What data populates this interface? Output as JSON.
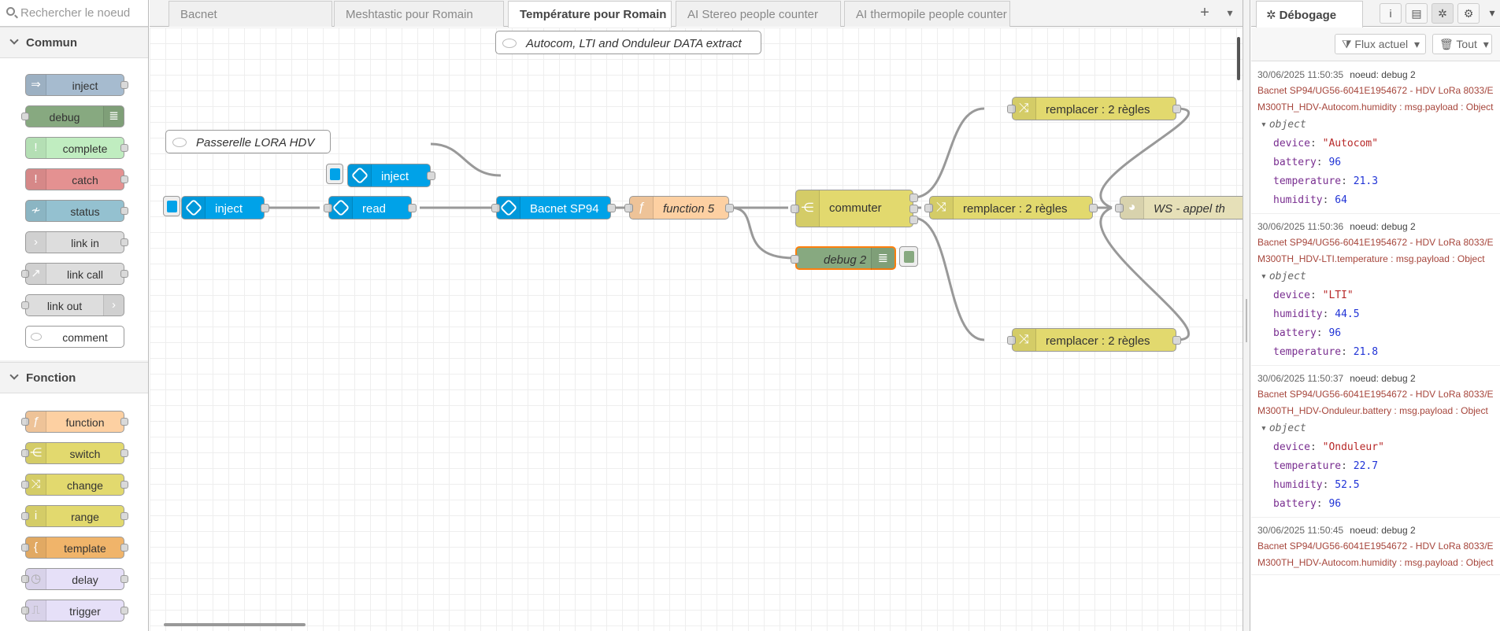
{
  "palette": {
    "search_placeholder": "Rechercher le noeud",
    "categories": [
      {
        "name": "Commun",
        "nodes": [
          {
            "label": "inject",
            "color": "#a6bbcf",
            "icon": "arrow-in-icon"
          },
          {
            "label": "debug",
            "color": "#87a980",
            "icon": "list-icon"
          },
          {
            "label": "complete",
            "color": "#c0edc0",
            "icon": "exclamation-icon"
          },
          {
            "label": "catch",
            "color": "#e49191",
            "icon": "exclamation-icon"
          },
          {
            "label": "status",
            "color": "#94c1d0",
            "icon": "pulse-icon"
          },
          {
            "label": "link in",
            "color": "#dddddd",
            "icon": "link-in-icon"
          },
          {
            "label": "link call",
            "color": "#dddddd",
            "icon": "link-call-icon"
          },
          {
            "label": "link out",
            "color": "#dddddd",
            "icon": "link-out-icon"
          },
          {
            "label": "comment",
            "color": "#ffffff",
            "icon": "comment-icon"
          }
        ]
      },
      {
        "name": "Fonction",
        "nodes": [
          {
            "label": "function",
            "color": "#fdd0a2",
            "icon": "function-icon"
          },
          {
            "label": "switch",
            "color": "#e2d96e",
            "icon": "switch-icon"
          },
          {
            "label": "change",
            "color": "#e2d96e",
            "icon": "shuffle-icon"
          },
          {
            "label": "range",
            "color": "#e2d96e",
            "icon": "range-icon"
          },
          {
            "label": "template",
            "color": "#f0b46a",
            "icon": "brace-icon"
          },
          {
            "label": "delay",
            "color": "#e6e0f8",
            "icon": "timer-icon"
          },
          {
            "label": "trigger",
            "color": "#e6e0f8",
            "icon": "trigger-icon"
          }
        ]
      }
    ]
  },
  "tabs": [
    {
      "label": "Bacnet",
      "active": false
    },
    {
      "label": "Meshtastic pour Romain",
      "active": false
    },
    {
      "label": "Température pour Romain",
      "active": true
    },
    {
      "label": "AI Stereo people counter",
      "active": false
    },
    {
      "label": "AI thermopile people counter",
      "active": false
    }
  ],
  "tab_actions": {
    "add": "+",
    "menu": "▾"
  },
  "flow": {
    "comments": {
      "top": "Autocom, LTI and Onduleur DATA extract",
      "left": "Passerelle LORA HDV"
    },
    "nodes": {
      "inject_top": "inject",
      "inject_main": "inject",
      "read": "read",
      "bacnet": "Bacnet SP94",
      "function5": "function 5",
      "commuter": "commuter",
      "debug2": "debug 2",
      "change_top": "remplacer : 2 règles",
      "change_mid": "remplacer : 2 règles",
      "change_bot": "remplacer : 2 règles",
      "ws": "WS - appel th"
    },
    "colors": {
      "blue_node": "#00a2e8",
      "function": "#fdd0a2",
      "switch": "#e2d96e",
      "debug": "#87a980",
      "ws": "#e6e0b8",
      "selected": "#ff7f0e",
      "wire": "#999999"
    }
  },
  "sidebar": {
    "tab_label": "Débogage",
    "icons": [
      "info-icon",
      "book-icon",
      "bug-icon",
      "gear-icon"
    ],
    "filter_label": "Flux actuel",
    "clear_label": "Tout",
    "messages": [
      {
        "time": "30/06/2025 11:50:35",
        "node": "noeud: debug 2",
        "topic": "Bacnet SP94/UG56-6041E1954672 - HDV LoRa 8033/EM300TH_HDV-Autocom.humidity : msg.payload : Object",
        "type": "object",
        "props": [
          {
            "key": "device",
            "value": "\"Autocom\"",
            "kind": "s"
          },
          {
            "key": "battery",
            "value": "96",
            "kind": "n"
          },
          {
            "key": "temperature",
            "value": "21.3",
            "kind": "n"
          },
          {
            "key": "humidity",
            "value": "64",
            "kind": "n"
          }
        ]
      },
      {
        "time": "30/06/2025 11:50:36",
        "node": "noeud: debug 2",
        "topic": "Bacnet SP94/UG56-6041E1954672 - HDV LoRa 8033/EM300TH_HDV-LTI.temperature : msg.payload : Object",
        "type": "object",
        "props": [
          {
            "key": "device",
            "value": "\"LTI\"",
            "kind": "s"
          },
          {
            "key": "humidity",
            "value": "44.5",
            "kind": "n"
          },
          {
            "key": "battery",
            "value": "96",
            "kind": "n"
          },
          {
            "key": "temperature",
            "value": "21.8",
            "kind": "n"
          }
        ]
      },
      {
        "time": "30/06/2025 11:50:37",
        "node": "noeud: debug 2",
        "topic": "Bacnet SP94/UG56-6041E1954672 - HDV LoRa 8033/EM300TH_HDV-Onduleur.battery : msg.payload : Object",
        "type": "object",
        "props": [
          {
            "key": "device",
            "value": "\"Onduleur\"",
            "kind": "s"
          },
          {
            "key": "temperature",
            "value": "22.7",
            "kind": "n"
          },
          {
            "key": "humidity",
            "value": "52.5",
            "kind": "n"
          },
          {
            "key": "battery",
            "value": "96",
            "kind": "n"
          }
        ]
      },
      {
        "time": "30/06/2025 11:50:45",
        "node": "noeud: debug 2",
        "topic": "Bacnet SP94/UG56-6041E1954672 - HDV LoRa 8033/EM300TH_HDV-Autocom.humidity : msg.payload : Object",
        "type": "object",
        "props": []
      }
    ]
  }
}
